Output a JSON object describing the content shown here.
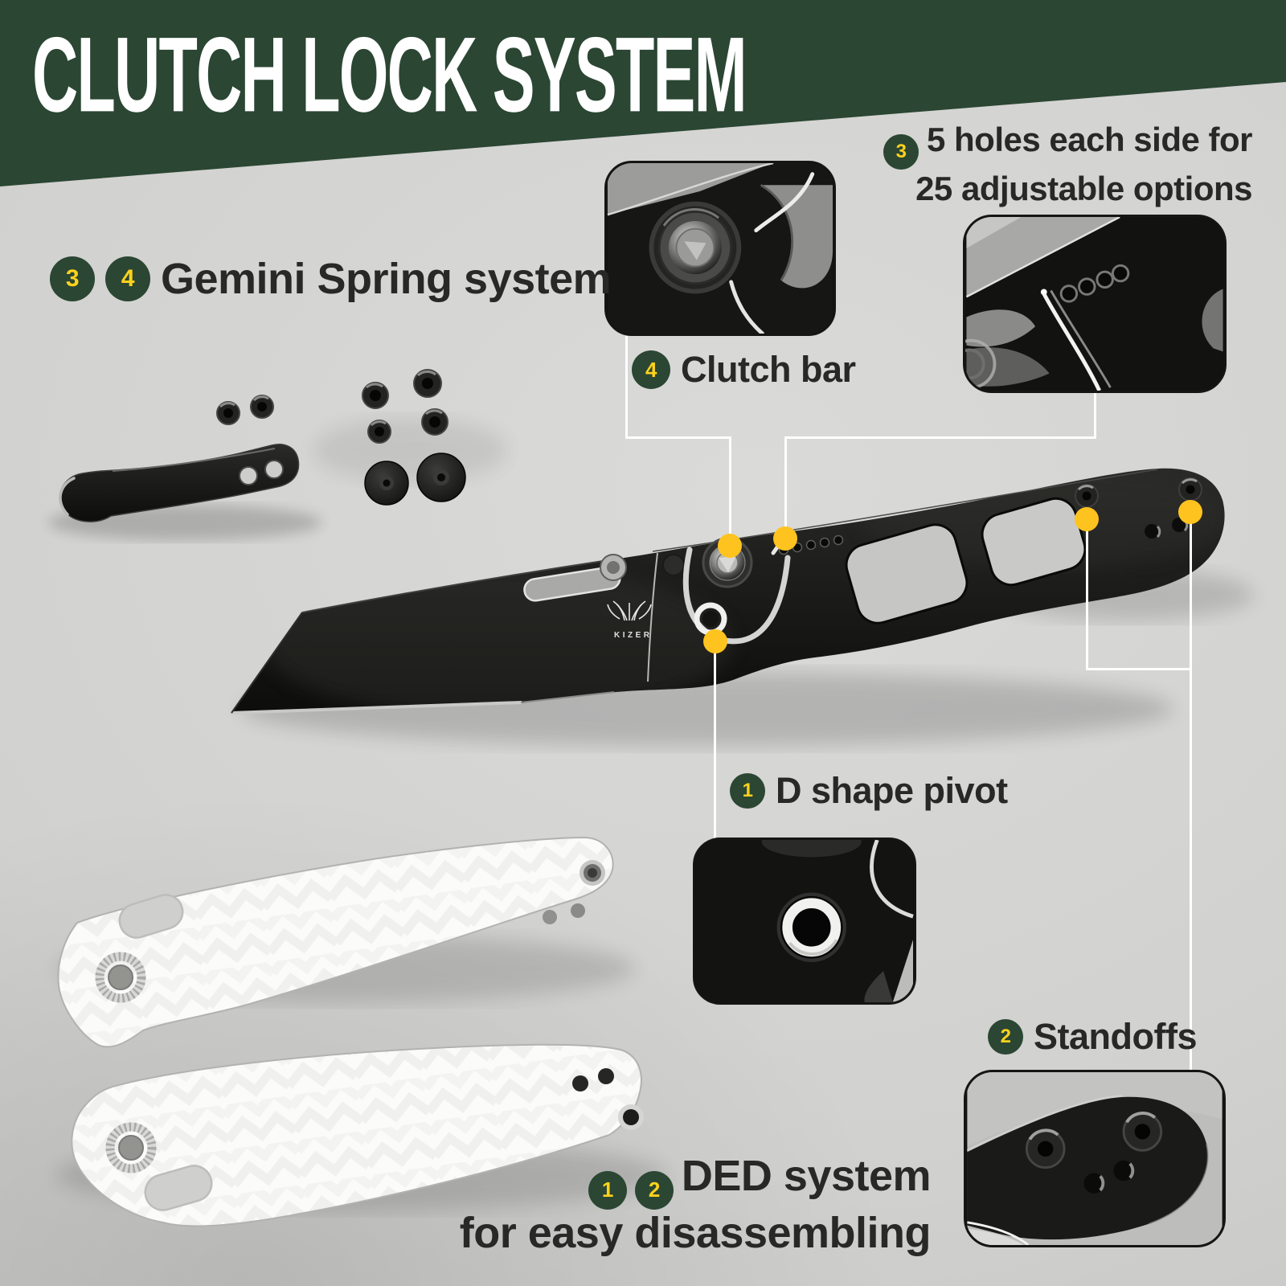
{
  "colors": {
    "header_green": "#2b4633",
    "badge_green": "#2b4633",
    "badge_yellow": "#ffd21c",
    "dot_yellow": "#ffc31f",
    "background_gray": "#d1d1cf",
    "text_dark": "#282826",
    "leader_white": "#ffffff"
  },
  "header": {
    "title": "CLUTCH LOCK SYSTEM"
  },
  "callouts": {
    "gemini": {
      "badge1": "3",
      "badge2": "4",
      "label": "Gemini Spring system"
    },
    "five_holes": {
      "badge": "3",
      "line1": "5 holes each side for",
      "line2": "25 adjustable options"
    },
    "clutch_bar": {
      "badge": "4",
      "label": "Clutch bar"
    },
    "d_pivot": {
      "badge": "1",
      "label": "D shape pivot"
    },
    "standoffs": {
      "badge": "2",
      "label": "Standoffs"
    },
    "ded": {
      "badge1": "1",
      "badge2": "2",
      "line1": "DED system",
      "line2": "for easy disassembling"
    }
  },
  "brand": {
    "name": "KIZER"
  }
}
